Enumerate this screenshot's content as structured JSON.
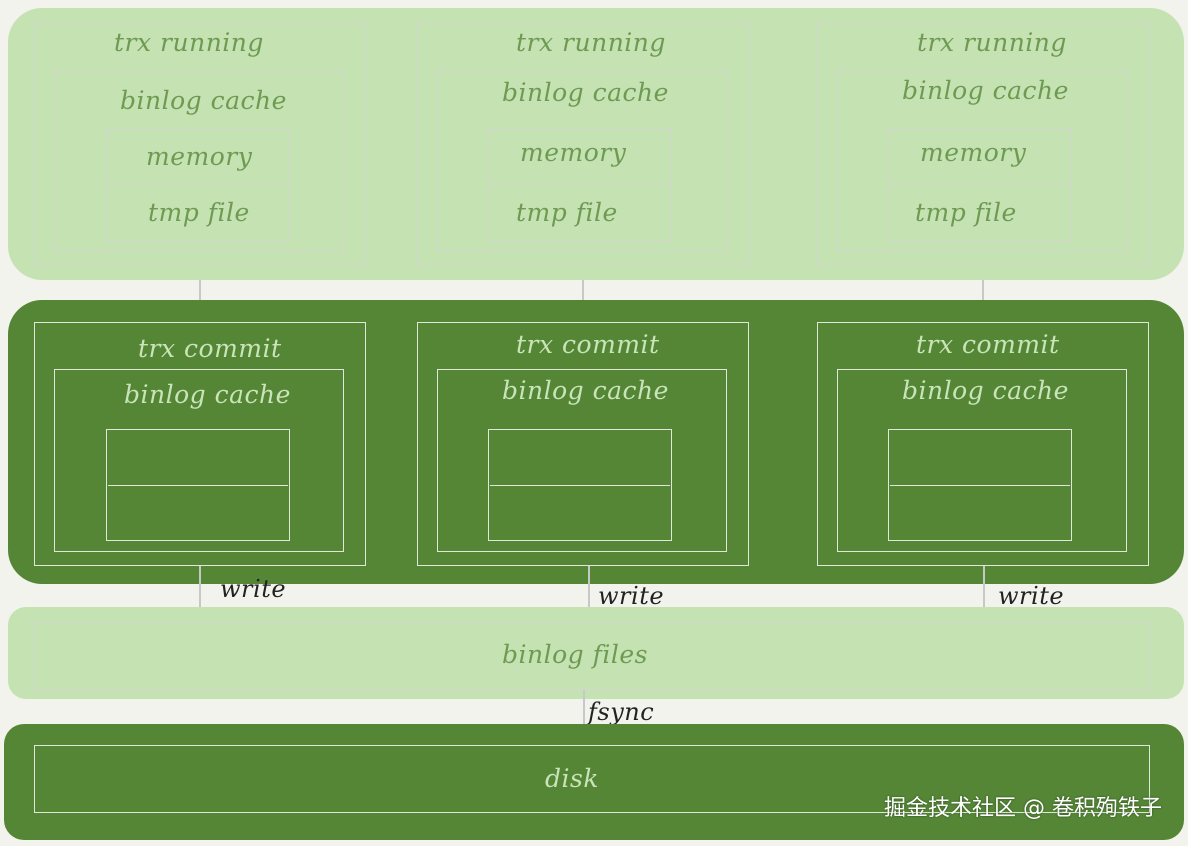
{
  "running": {
    "columns": [
      {
        "title": "trx running",
        "cache": "binlog cache",
        "memory": "memory",
        "tmp": "tmp file"
      },
      {
        "title": "trx running",
        "cache": "binlog cache",
        "memory": "memory",
        "tmp": "tmp file"
      },
      {
        "title": "trx running",
        "cache": "binlog cache",
        "memory": "memory",
        "tmp": "tmp file"
      }
    ]
  },
  "commit": {
    "columns": [
      {
        "title": "trx commit",
        "cache": "binlog cache"
      },
      {
        "title": "trx commit",
        "cache": "binlog cache"
      },
      {
        "title": "trx commit",
        "cache": "binlog cache"
      }
    ]
  },
  "edges": {
    "write": "write",
    "fsync": "fsync"
  },
  "files": {
    "label": "binlog files"
  },
  "disk": {
    "label": "disk"
  },
  "watermark": "掘金技术社区 @ 卷积殉铁子",
  "colors": {
    "light_band": "#c5e2b3",
    "dark_band": "#548636",
    "page_background": "#f3f3ee"
  }
}
